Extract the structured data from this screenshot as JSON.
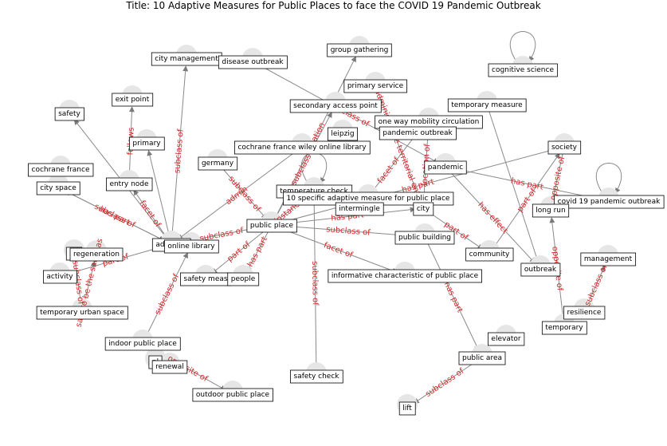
{
  "title": "Title: 10 Adaptive Measures for Public Places to face the COVID 19 Pandemic Outbreak",
  "nodes": [
    {
      "id": "city-management",
      "label": "city management"
    },
    {
      "id": "disease-outbreak",
      "label": "disease outbreak"
    },
    {
      "id": "group-gathering",
      "label": "group gathering"
    },
    {
      "id": "cognitive-science",
      "label": "cognitive science"
    },
    {
      "id": "primary-service",
      "label": "primary service"
    },
    {
      "id": "exit-point",
      "label": "exit point"
    },
    {
      "id": "secondary-access-point",
      "label": "secondary access point"
    },
    {
      "id": "temporary-measure",
      "label": "temporary measure"
    },
    {
      "id": "safety",
      "label": "safety"
    },
    {
      "id": "one-way-mobility",
      "label": "one way mobility circulation"
    },
    {
      "id": "leipzig",
      "label": "leipzig"
    },
    {
      "id": "pandemic-outbreak",
      "label": "pandemic outbreak"
    },
    {
      "id": "primary",
      "label": "primary"
    },
    {
      "id": "cochrane-wiley",
      "label": "cochrane france wiley online library"
    },
    {
      "id": "society",
      "label": "society"
    },
    {
      "id": "germany",
      "label": "germany"
    },
    {
      "id": "pandemic",
      "label": "pandemic"
    },
    {
      "id": "cochrane-france",
      "label": "cochrane france"
    },
    {
      "id": "entry-node",
      "label": "entry node"
    },
    {
      "id": "city-space",
      "label": "city space"
    },
    {
      "id": "temperature-check",
      "label": "temperature check"
    },
    {
      "id": "specific-adaptive",
      "label": "10 specific adaptive measure for public place"
    },
    {
      "id": "covid-outbreak",
      "label": "covid 19 pandemic outbreak"
    },
    {
      "id": "intermingle",
      "label": "intermingle"
    },
    {
      "id": "city",
      "label": "city"
    },
    {
      "id": "long-run",
      "label": "long run"
    },
    {
      "id": "public-place",
      "label": "public place"
    },
    {
      "id": "public-building",
      "label": "public building"
    },
    {
      "id": "adaptive",
      "label": "adaptive"
    },
    {
      "id": "online-library",
      "label": "online library"
    },
    {
      "id": "pu",
      "label": "pu"
    },
    {
      "id": "regeneration",
      "label": "regeneration"
    },
    {
      "id": "community",
      "label": "community"
    },
    {
      "id": "management",
      "label": "management"
    },
    {
      "id": "outbreak",
      "label": "outbreak"
    },
    {
      "id": "activity",
      "label": "activity"
    },
    {
      "id": "safety-meas",
      "label": "safety meas"
    },
    {
      "id": "people",
      "label": "people"
    },
    {
      "id": "informative",
      "label": "informative characteristic of public place"
    },
    {
      "id": "temp-urban-space",
      "label": "temporary urban space"
    },
    {
      "id": "resilience",
      "label": "resilience"
    },
    {
      "id": "temporary",
      "label": "temporary"
    },
    {
      "id": "elevator",
      "label": "elevator"
    },
    {
      "id": "indoor-public-place",
      "label": "indoor public place"
    },
    {
      "id": "public-area",
      "label": "public area"
    },
    {
      "id": "pl",
      "label": "pl"
    },
    {
      "id": "renewal",
      "label": "renewal"
    },
    {
      "id": "safety-check",
      "label": "safety check"
    },
    {
      "id": "outdoor-public-place",
      "label": "outdoor public place"
    },
    {
      "id": "lift",
      "label": "lift"
    }
  ],
  "edges": [
    {
      "from": "adaptive",
      "to": "city-management",
      "label": "subclass of"
    },
    {
      "from": "entry-node",
      "to": "exit-point",
      "label": "follows"
    },
    {
      "from": "adaptive",
      "to": "safety",
      "label": ""
    },
    {
      "from": "adaptive",
      "to": "entry-node",
      "label": "facet of"
    },
    {
      "from": "adaptive",
      "to": "public-place",
      "label": "subclass of"
    },
    {
      "from": "adaptive",
      "to": "city-space",
      "label": "has part"
    },
    {
      "from": "adaptive",
      "to": "primary",
      "label": ""
    },
    {
      "from": "public-place",
      "to": "temperature-check",
      "label": "instance of"
    },
    {
      "from": "public-place",
      "to": "group-gathering",
      "label": "location"
    },
    {
      "from": "temperature-check",
      "to": "safety-check",
      "label": "subclass of"
    },
    {
      "from": "public-place",
      "to": "public-building",
      "label": "subclass of"
    },
    {
      "from": "public-place",
      "to": "informative",
      "label": "facet of"
    },
    {
      "from": "public-place",
      "to": "people",
      "label": "has part"
    },
    {
      "from": "public-building",
      "to": "public-area",
      "label": "has part"
    },
    {
      "from": "public-area",
      "to": "lift",
      "label": "subclass of"
    },
    {
      "from": "public-place",
      "to": "city",
      "label": "has part"
    },
    {
      "from": "disease-outbreak",
      "to": "pandemic",
      "label": "subclass of"
    },
    {
      "from": "primary-service",
      "to": "city",
      "label": "administrative territorial entity"
    },
    {
      "from": "society",
      "to": "long-run",
      "label": "opposite of"
    },
    {
      "from": "pandemic",
      "to": "outbreak",
      "label": "has effect"
    },
    {
      "from": "society",
      "to": "public-place",
      "label": "has part"
    },
    {
      "from": "community",
      "to": "society",
      "label": "part of"
    },
    {
      "from": "temporary",
      "to": "long-run",
      "label": "opposite of"
    },
    {
      "from": "resilience",
      "to": "management",
      "label": "subclass of"
    },
    {
      "from": "temp-urban-space",
      "to": "regeneration",
      "label": "said to be the same as"
    },
    {
      "from": "indoor-public-place",
      "to": "online-library",
      "label": "subclass of"
    },
    {
      "from": "indoor-public-place",
      "to": "outdoor-public-place",
      "label": "opposite of"
    },
    {
      "from": "activity",
      "to": "adaptive",
      "label": "part of"
    },
    {
      "from": "public-place",
      "to": "secondary-access-point",
      "label": "subclass of"
    },
    {
      "from": "germany",
      "to": "public-place",
      "label": "subclass of"
    },
    {
      "from": "cochrane-wiley",
      "to": "adaptive",
      "label": "admin"
    },
    {
      "from": "pandemic-outbreak",
      "to": "intermingle",
      "label": "facet of"
    },
    {
      "from": "pu",
      "to": "temp-urban-space",
      "label": "subclass of"
    },
    {
      "from": "public-place",
      "to": "safety-meas",
      "label": "part of"
    },
    {
      "from": "one-way-mobility",
      "to": "city",
      "label": "location of"
    },
    {
      "from": "city",
      "to": "community",
      "label": "part of"
    },
    {
      "from": "pandemic",
      "to": "covid-outbreak",
      "label": "has part"
    },
    {
      "from": "temporary-measure",
      "to": "outbreak",
      "label": ""
    },
    {
      "from": "cognitive-science",
      "to": "cognitive-science",
      "label": ""
    },
    {
      "from": "covid-outbreak",
      "to": "covid-outbreak",
      "label": ""
    },
    {
      "from": "temperature-check",
      "to": "temperature-check",
      "label": ""
    },
    {
      "from": "city-space",
      "to": "adaptive",
      "label": "subclass of"
    }
  ]
}
